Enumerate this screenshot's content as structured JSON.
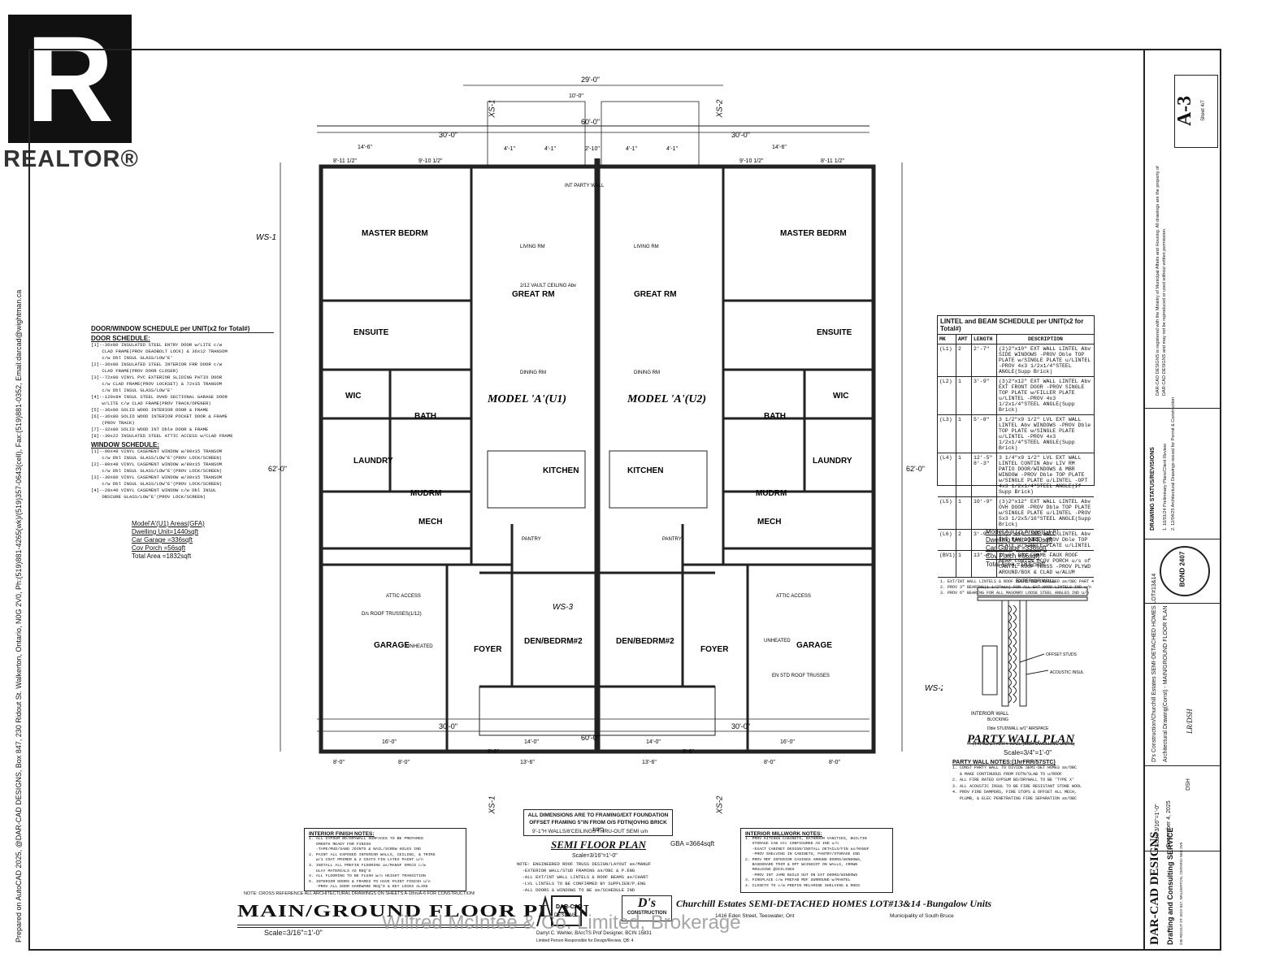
{
  "realtor": {
    "letter": "R",
    "word": "REALTOR®"
  },
  "side_strip": {
    "text": "Prepared on AutoCAD 2025, @DAR-CAD DESIGNS, Box 847, 230 Ridout St. Walkerton, Ontario, N0G 2V0, Ph:(519)881-4265(wk)/(519)357-0643(cell), Fax:(519)881-0352, Email:darcad@wightman.ca"
  },
  "door_window_schedule": {
    "title": "DOOR/WINDOW SCHEDULE per UNIT(x2 for Total#)",
    "door_heading": "DOOR SCHEDULE:",
    "door_lines": "[1]--36x80 INSULATED STEEL ENTRY DOOR w/LITE c/w\n    CLAD FRAME(PROV DEADBOLT LOCK) & 36x12 TRANSOM\n    c/w Dbl INSUL GLASS/LOW'E'\n[2]--36x80 INSULATED STEEL INTERIOR FRR DOOR c/w\n    CLAD FRAME(PROV DOOR CLOSER)\n[3]--72x80 VINYL PVC EXTERIOR SLIDING PATIO DOOR\n    c/w CLAD FRAME(PROV LOCKSET) & 72x15 TRANSOM\n    c/w Dbl INSUL GLASS/LOW'E'\n[4]--120x84 INSUL STEEL OVHD SECTIONAL GARAGE DOOR\n    w/LITE c/w CLAD FRAME(PROV TRACK/OPENER)\n[5]--36x80 SOLID WOOD INTERIOR DOOR & FRAME\n[6]--36x80 SOLID WOOD INTERIOR POCKET DOOR & FRAME\n    (PROV TRACK)\n[7]--32x80 SOLID WOOD INT Dble DOOR & FRAME\n[8]--30x22 INSULATED STEEL ATTIC ACCESS w/CLAD FRAME",
    "window_heading": "WINDOW SCHEDULE:",
    "window_lines": "[1]--90x48 VINYL CASEMENT WINDOW w/90x15 TRANSOM\n    c/w Dbl INSUL GLASS/LOW'E'(PROV LOCK/SCREEN)\n[2]--80x48 VINYL CASEMENT WINDOW w/80x15 TRANSOM\n    c/w Dbl INSUL GLASS/LOW'E'(PROV LOCK/SCREEN)\n[3]--30x80 VINYL CASEMENT WINDOW w/30x15 TRANSOM\n    c/w Dbl INSUL GLASS/LOW'E'(PROV LOCK/SCREEN)\n[4]--28x40 VINYL CASEMENT WINDOW c/w Dbl INSUL\n    OBSCURE GLASS/LOW'E'(PROV LOCK/SCREEN)"
  },
  "lintel_schedule": {
    "title": "LINTEL and BEAM SCHEDULE per UNIT(x2 for Total#)",
    "headers": [
      "MK",
      "AMT",
      "LENGTH",
      "DESCRIPTION"
    ],
    "rows": [
      [
        "(L1)",
        "2",
        "2'-7\"",
        "(2)2\"x10\" EXT WALL LINTEL Abv SIDE WINDOWS -PROV Dble TOP PLATE w/SINGLE PLATE u/LINTEL -PROV 4x3 1/2x1/4\"STEEL ANGLE(Supp Brick)"
      ],
      [
        "(L2)",
        "1",
        "3'-9\"",
        "(3)2\"x12\" EXT WALL LINTEL Abv EXT FRONT DOOR -PROV SINGLE TOP PLATE w/FILLER PLATE u/LINTEL -PROV 4x3 1/2x1/4\"STEEL ANGLE(Supp Brick)"
      ],
      [
        "(L3)",
        "1",
        "5'-8\"",
        "3 1/2\"x9 1/2\" LVL EXT WALL LINTEL Abv WINDOWS -PROV Dble TOP PLATE w/SINGLE PLATE u/LINTEL -PROV 4x3 1/2x1/4\"STEEL ANGLE(Supp Brick)"
      ],
      [
        "(L4)",
        "1",
        "12'-5\" 8'-3\"",
        "3 1/4\"x9 1/2\" LVL EXT WALL LINTEL CONTIN Abv LIV RM PATIO DOOR/WINDOWS & MBR WINDOW -PROV Dble TOP PLATE w/SINGLE PLATE u/LINTEL -OPT 4x3 1/2x1/4\"STEEL ANGLE(If Supp Brick)"
      ],
      [
        "(L5)",
        "1",
        "10'-9\"",
        "(3)2\"x12\" EXT WALL LINTEL Abv OVH DOOR -PROV Dble TOP PLATE w/SINGLE PLATE u/LINTEL -PROV 5x3 1/2x5/16\"STEEL ANGLE(Supp Brick)"
      ],
      [
        "(L6)",
        "2",
        "3'-9\"",
        "(3)2\"x10\" INT WALL LINTEL Abv INT MAN DOORS -PROV Dble TOP PLATE w/SINGLE PLATE u/LINTEL"
      ],
      [
        "(BV1)",
        "1",
        "13'-4\"",
        "2\"x6\" BOX FRAME FAUX ROOF BEAM CONTIN @COV PORCH u/s of CANTIL ROOF TRUSS -PROV PLYWD AROUND/BOX & CLAD w/ALUM"
      ]
    ],
    "footnotes": "1. EXT/INT WALL LINTELS & ROOF BEAMS IND DESIGNED as/OBC PART 4\n2. PROV 3\" BEARING(1 1/2\"min) FOR ALL EXT WOOD LINTELS IND u/n\n3. PROV 6\" BEARING FOR ALL MASONRY LOOSE STEEL ANGLES IND u/n"
  },
  "areas_left": {
    "title": "Model'A'(U1) Areas(GFA)",
    "lines": [
      "Dwelling Unit=1440sqft",
      "Car Garage =336sqft",
      "Cov Porch =56sqft",
      "Total Area =1832sqft"
    ]
  },
  "areas_right": {
    "title": "Model'A'(U2) Areas(GFA)",
    "lines": [
      "Dwelling Unit=1440sqft",
      "Car Garage =336sqft",
      "Cov Porch =56sqft",
      "Total Area =1832sqft"
    ]
  },
  "party_wall": {
    "labels": [
      "EXTERIOR WALL",
      "INTERIOR WALL",
      "OFFSET STUDS",
      "ACOUSTIC INSUL",
      "BLOCKING",
      "Dble STUDWALL w/1\" AIRSPACE",
      "(TYPICAL PARTY WALL (Btwn DWELLING UNITS)"
    ],
    "title": "PARTY WALL PLAN",
    "scale": "Scale=3/4\"=1'-0\"",
    "notes_title": "PARTY WALL NOTES:(1hrFRR/57STC)",
    "notes": "1. CONST PARTY WALL TO DIVIDE SEMI-DET HOMES as/OBC\n   & MAKE CONTINUOUS FROM FDTN/SLAB TO u/ROOF\n2. ALL FIRE RATED GYPSUM BD/DRYWALL TO BE 'TYPE X'\n3. ALL ACOUSTIC INSUL TO BE FIRE RESISTANT STONE WOOL\n4. PROV FIRE DAMPERS, FIRE STOPS & OFFSET ALL MECH,\n   PLUMB, & ELEC PENETRATING FIRE SEPARATION as/OBC"
  },
  "plan": {
    "overall": "60'-0\"",
    "half": "30'-0\"",
    "depth": "62'-0\"",
    "rear_porch": "29'-0\"",
    "model_left": "MODEL 'A'(U1)",
    "model_right": "MODEL 'A'(U2)",
    "ws1": "WS-1",
    "ws2": "WS-2",
    "ws3": "WS-3",
    "xs1": "XS-1",
    "xs2": "XS-2",
    "rooms": [
      "MASTER BEDRM",
      "GREAT RM",
      "GREAT RM",
      "MASTER BEDRM",
      "ENSUITE",
      "ENSUITE",
      "WIC",
      "WIC",
      "BATH",
      "BATH",
      "LAUNDRY",
      "LAUNDRY",
      "KITCHEN",
      "KITCHEN",
      "MUDRM",
      "MUDRM",
      "MECH",
      "MECH",
      "GARAGE",
      "GARAGE",
      "FOYER",
      "FOYER",
      "DEN/BEDRM#2",
      "DEN/BEDRM#2",
      "LIVING RM",
      "DINING RM",
      "LIVING RM",
      "DINING RM",
      "PANTRY",
      "PANTRY",
      "ATTIC ACCESS",
      "ATTIC ACCESS"
    ],
    "dims_top": [
      "14'-6\"",
      "14'-6\"",
      "8'-11 1/2\"",
      "9'-10 1/2\"",
      "4'-1\"",
      "4'-1\"",
      "2'-10\"",
      "4'-1\"",
      "4'-1\"",
      "9'-10 1/2\"",
      "8'-11 1/2\"",
      "10'-0\""
    ],
    "dims_bottom": [
      "8'-0\"",
      "8'-0\"",
      "13'-6\"",
      "13'-6\"",
      "8'-6\"",
      "8'-6\"",
      "8'-0\"",
      "8'-0\"",
      "16'-0\"",
      "14'-0\"",
      "14'-0\"",
      "16'-0\""
    ],
    "misc_labels": [
      "D/s ROOF TRUSSES(1/12)",
      "EN STD ROOF TRUSSES",
      "UNHEATED",
      "UNHEATED",
      "2/12 VAULT CEILING Abv",
      "INT PARTY WALL"
    ]
  },
  "general_note": {
    "lines": [
      "ALL DIMENSIONS ARE TO FRAMING/EXT FOUNDATION",
      "OFFSET FRAMING 5\"IN FROM O/S FDTN(OVHG BRICK 1/2\")"
    ],
    "sub": "9'-1\"H WALLS/8'CEILINGS THRU-OUT SEMI u/n",
    "gba": "GBA =3664sqft",
    "semi_title": "SEMI FLOOR PLAN",
    "semi_scale": "Scale=3/16\"=1'-0\"",
    "semi_notes": "NOTE: ENGINEERED ROOF TRUSS DESIGN/LAYOUT as/MANUF\n  -EXTERIOR WALL/STUD FRAMING as/OBC & P.ENG\n  -ALL EXT/INT WALL LINTELS & ROOF BEAMS as/CHART\n  -LVL LINTELS TO BE CONFIRMED BY SUPPLIER/P.ENG\n  -ALL DOORS & WINDOWS TO BE as/SCHEDULE IND"
  },
  "interior_finish": {
    "title": "INTERIOR FINISH NOTES:",
    "text": "1. ALL GYPSUM BD/DRYWALL SURFACES TO BE PREPARED\n   SMOOTH READY FOR FINISH\n   -TAPE/MUD/SAND JOINTS & NAIL/SCREW HOLES IND\n2. PAINT ALL EXPOSED INTERIOR WALLS, CEILING, & TRIMS\n   w/1 COAT PRIMER & 2 COATS FIN LATEX PAINT u/n\n3. INSTALL ALL PREFIN FLOORING as/MANUF SPECS c/w\n   ULAY MATERIALS AS REQ'D\n4. ALL FLOORING TO BE FLUSH w/o HEIGHT TRANSITION\n5. INTERIOR DOORS & FRAMES TO HAVE PAINT FINISH u/n\n   -PROV ALL DOOR HARDWARE REQ'D & KEY LOCKS ALIKE"
  },
  "millwork": {
    "title": "INTERIOR MILLWORK NOTES:",
    "text": "1. PROV KITCHEN CABINETS, BATHROOM VANITIES, BUILTIN\n   STORAGE CAB etc CONFIGURED AS IND u/n\n   -EXACT CABINET DESIGN/INSTALL DETAILS/FIN as/MANUF\n   -PROV SHELVING IN CABINETS, PANTRY/STORAGE IND\n2. PROV MDF INTERIOR CASINGS AROUND DOORS/WINDOWS,\n   BASEBOARD TRIM & OPT WAINSCOT ON WALLS, CROWN\n   MOULDING @CEILINGS\n   -PROV INT JAMB BUILD OUT ON EXT DOORS/WINDOWS\n3. FIREPLACE c/w PREFAB MDF SURROUND w/MANTEL\n4. CLOSETS TO c/w PREFIN MELAMINE SHELVING & RODS"
  },
  "crossref": "NOTE: CROSS REFERENCE ALL ARCHITECTURAL DRAWINGS ON SHEETS A-1thruA-6 FOR CONSTRUCTION!",
  "title_block": {
    "main_title": "MAIN/GROUND FLOOR PLAN",
    "main_scale": "Scale=3/16\"=1'-0\"",
    "darcad": "DAR-CAD",
    "darcad_sub": "DESIGNS",
    "ds": "D's",
    "ds_sub": "CONSTRUCTION",
    "project": "Churchill Estates SEMI-DETACHED HOMES LOT#13&14 -Bungalow Units",
    "address": "1416 Eden Street, Teeswater, Ont",
    "municipality": "Municipality of South Bruce",
    "designer": "Darryl C. Wehler, BArcTS  Prof Designer, BCIN 15831",
    "designer_sub": "Limited Person Responsible for Design/Review, QB: 4"
  },
  "right_block": {
    "sheet": "A-3",
    "sheet_sub": "Sheet 4/7",
    "disclaimer": "DAR-CAD DESIGNS is registered with the Ministry of Municipal Affairs and Housing. All drawings are the property of DAR-CAD DESIGNS and may not be reproduced or used without written permission.",
    "status_title": "DRAWING STATUS/REVISIONS",
    "revisions": [
      "1. 10/01/24  Preliminary Plans/Client Review",
      "2. 12/04/25  Architectural Drawings issued for Permit & Construction"
    ],
    "firm": "DAR-CAD DESIGNS",
    "firm_sub": "Drafting and Consulting SERVICE",
    "firm_addr": "230 RIDOUT ST. BOX 847, WALKERTON, ONTARIO N0G 2V0",
    "stamp": "BOND 2407",
    "project_vertical": "D's Construction/Churchill Estates SEMI-DETACHED HOMES LOT#13&14",
    "drawing_vertical": "Architectural Drawing(Const) - MAIN/GROUND FLOOR PLAN",
    "scale": "Scale 3/16\"=1'-0\"",
    "date": "December 4, 2025",
    "drawn": "DSH",
    "reviewed": "LR/DSH"
  },
  "watermark": "Wilfred McIntee & Co. Limited, Brokerage"
}
